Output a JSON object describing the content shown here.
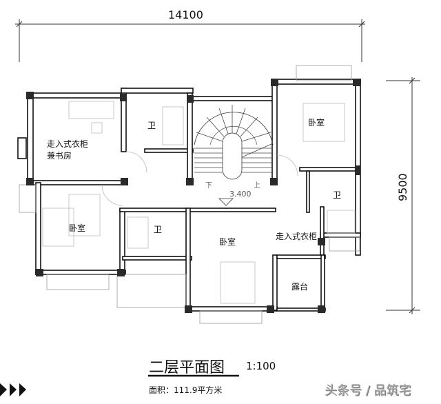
{
  "dimensions": {
    "width": "14100",
    "depth": "9500"
  },
  "rooms": {
    "study": [
      "走入式衣柜",
      "兼书房"
    ],
    "bath_top": "卫",
    "bath_right": "卫",
    "bath_lower": "卫",
    "bedroom_left": "卧室",
    "bedroom_right": "卧室",
    "bedroom_middle": "卧室",
    "walkin_closet": "走入式衣柜",
    "terrace": "露台"
  },
  "stair": {
    "down": "下",
    "up": "上",
    "elevation": "3.400"
  },
  "title": {
    "name": "二层平面图",
    "scale": "1:100",
    "area": "面积：111.9平方米"
  },
  "watermark": "头条号 / 品筑宅",
  "colors": {
    "wall": "#111111",
    "column": "#2a2a2a",
    "furniture": "#bbbbbb"
  }
}
